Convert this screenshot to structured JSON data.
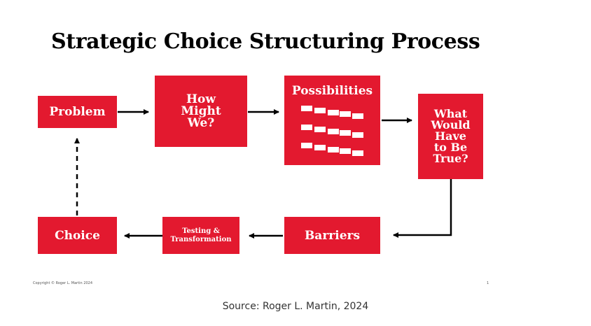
{
  "title": "Strategic Choice Structuring Process",
  "boxes": {
    "problem": "Problem",
    "how_might_we": [
      "How",
      "Might",
      "We?"
    ],
    "possibilities": "Possibilities",
    "what_would_have_to_be_true": [
      "What",
      "Would",
      "Have",
      "to Be",
      "True?"
    ],
    "barriers": "Barriers",
    "testing": [
      "Testing &",
      "Transformation"
    ],
    "choice": "Choice"
  },
  "footer": {
    "copyright": "Copyright © Roger L. Martin 2024",
    "page_number": "1"
  },
  "source": "Source: Roger L. Martin, 2024",
  "colors": {
    "box": "#e3192f",
    "arrow": "#000000"
  }
}
